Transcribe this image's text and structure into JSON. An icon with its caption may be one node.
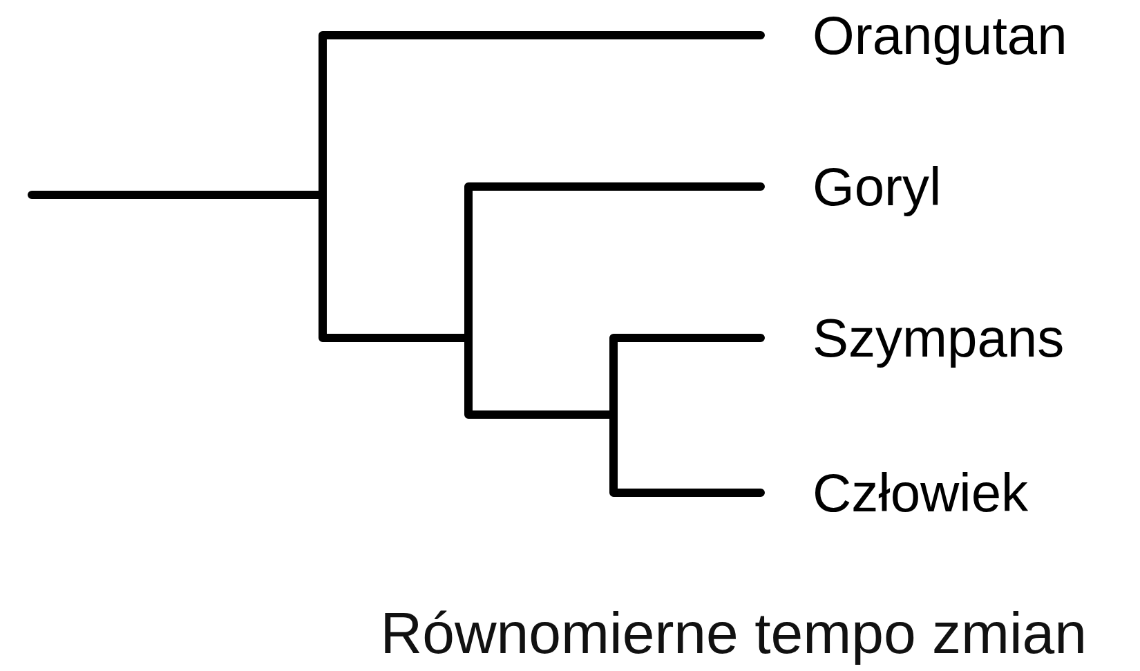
{
  "diagram": {
    "caption": "Równomierne tempo zmian",
    "nodes": [
      {
        "text": [
          "Orangutan"
        ]
      },
      {
        "text": [
          "Goryl"
        ]
      },
      {
        "text": [
          "Szympans"
        ]
      },
      {
        "text": [
          "Człowiek"
        ]
      }
    ]
  }
}
